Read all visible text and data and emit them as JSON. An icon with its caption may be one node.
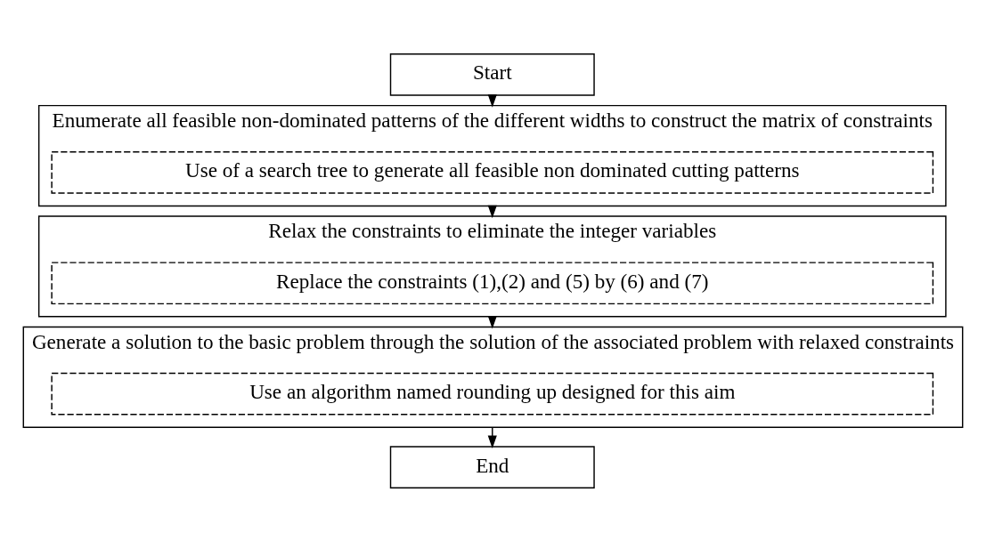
{
  "diagram": {
    "nodes": [
      {
        "text": [
          "Start"
        ]
      },
      {
        "text": [
          "Enumerate all feasible non-dominated patterns of the different widths to construct the matrix of constraints"
        ]
      },
      {
        "text": [
          "Use of a search tree to generate all feasible non dominated cutting patterns"
        ],
        "in": 1
      },
      {
        "text": [
          "Relax the constraints to eliminate the integer variables"
        ]
      },
      {
        "text": [
          "Replace the constraints (1),(2) and (5) by (6) and (7)"
        ],
        "in": 3
      },
      {
        "text": [
          "Generate a solution to the basic problem through the solution of the associated problem with relaxed constraints"
        ]
      },
      {
        "text": [
          "Use an algorithm named rounding up designed for this aim"
        ],
        "in": 5
      },
      {
        "text": [
          "End"
        ]
      }
    ],
    "edges": [
      {
        "from": 0,
        "to": 1,
        "arrow": "to"
      },
      {
        "from": 1,
        "to": 3,
        "arrow": "to"
      },
      {
        "from": 3,
        "to": 5,
        "arrow": "to"
      },
      {
        "from": 5,
        "to": 7,
        "arrow": "to"
      }
    ]
  }
}
